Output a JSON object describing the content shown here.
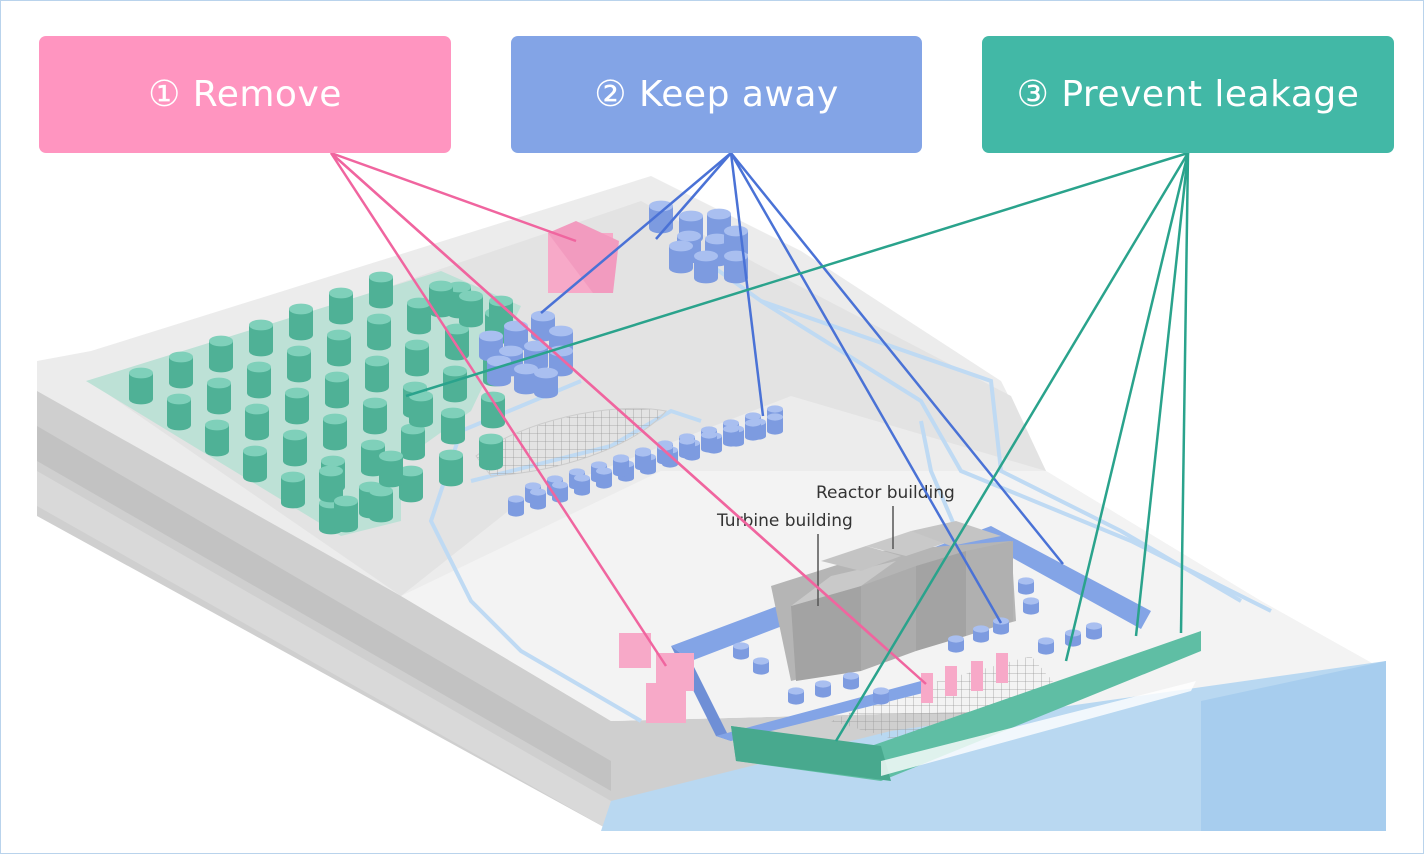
{
  "categories": [
    {
      "id": "remove",
      "label": "① Remove",
      "color": "#ff95c0",
      "line_color": "#f0659f"
    },
    {
      "id": "keep_away",
      "label": "② Keep away",
      "color": "#83a4e6",
      "line_color": "#4a72d6"
    },
    {
      "id": "prevent_leakage",
      "label": "③ Prevent leakage",
      "color": "#42b8a6",
      "line_color": "#2aa38c"
    }
  ],
  "buildings": {
    "reactor": "Reactor building",
    "turbine": "Turbine building"
  },
  "colors": {
    "ground_top": "#ececec",
    "ground_side": "#d6d6d6",
    "sea": "#b9d8f1",
    "water_flow": "#bfdaf3",
    "buildings": "#a9a9a9",
    "tanks_green": "#5fbea4",
    "tanks_blue": "#7d9be0",
    "pink_units": "#f7a9c8"
  }
}
